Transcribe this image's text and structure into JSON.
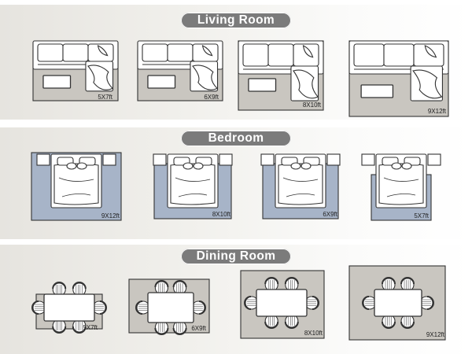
{
  "sections": [
    {
      "title": "Living Room",
      "kind": "living",
      "rug_color": "#c9c6c0",
      "rugs": [
        "5X7ft",
        "6X9ft",
        "8X10ft",
        "9X12ft"
      ]
    },
    {
      "title": "Bedroom",
      "kind": "bedroom",
      "rug_color": "#a7b4c8",
      "rugs": [
        "9X12ft",
        "8X10ft",
        "6X9ft",
        "5X7ft"
      ]
    },
    {
      "title": "Dining Room",
      "kind": "dining",
      "rug_color": "#c9c6c0",
      "rugs": [
        "5X7ft",
        "6X9ft",
        "8X10ft",
        "9X12ft"
      ]
    }
  ]
}
